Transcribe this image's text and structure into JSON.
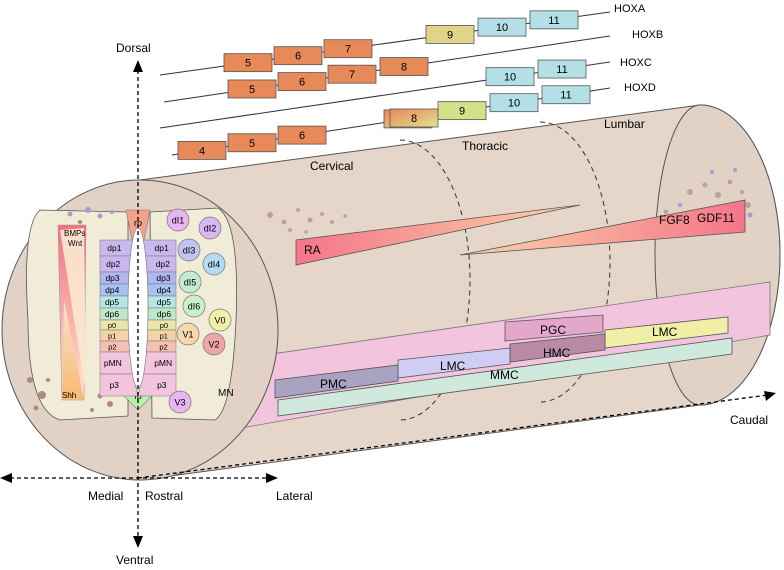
{
  "axes": {
    "dorsal": "Dorsal",
    "ventral": "Ventral",
    "medial": "Medial",
    "rostral": "Rostral",
    "lateral": "Lateral",
    "caudal": "Caudal"
  },
  "regions": {
    "cervical": "Cervical",
    "thoracic": "Thoracic",
    "lumbar": "Lumbar"
  },
  "hox": [
    {
      "name": "HOXA",
      "genes": [
        "5",
        "6",
        "7",
        "9",
        "10",
        "11"
      ]
    },
    {
      "name": "HOXB",
      "genes": [
        "5",
        "6",
        "7",
        "8"
      ]
    },
    {
      "name": "HOXC",
      "genes": [
        "10",
        "11"
      ]
    },
    {
      "name": "HOXD",
      "genes": [
        "4",
        "5",
        "6",
        "8",
        "8",
        "9",
        "10",
        "11"
      ]
    }
  ],
  "signals": {
    "ra": "RA",
    "fgf8": "FGF8",
    "gdf11": "GDF11",
    "bmps": "BMPs",
    "wnt": "Wnt",
    "shh": "Shh"
  },
  "tube_labels": {
    "mn": "MN",
    "pgc": "PGC",
    "lmc_upper": "LMC",
    "hmc": "HMC",
    "lmc_middle": "LMC",
    "pmc": "PMC",
    "mmc": "MMC"
  },
  "progenitors_left": [
    "rp",
    "dp1",
    "dp2",
    "dp3",
    "dp4",
    "dp5",
    "dp6",
    "p0",
    "p1",
    "p2",
    "pMN",
    "p3",
    "fp"
  ],
  "progenitors_right": [
    "dp1",
    "dp2",
    "dp3",
    "dp4",
    "dp5",
    "dp6",
    "p0",
    "p1",
    "p2",
    "pMN",
    "p3"
  ],
  "neurons": [
    "dI1",
    "dI2",
    "dI3",
    "dI4",
    "dI5",
    "dI6",
    "V0",
    "V1",
    "V2",
    "V3"
  ],
  "colors": {
    "orange_gene": "#e8895a",
    "blue_gene": "#b3e0e6",
    "yellow_gene": "#e0d48a",
    "tube_fill": "#e6d6ca",
    "pink_column": "#f2c4de"
  }
}
